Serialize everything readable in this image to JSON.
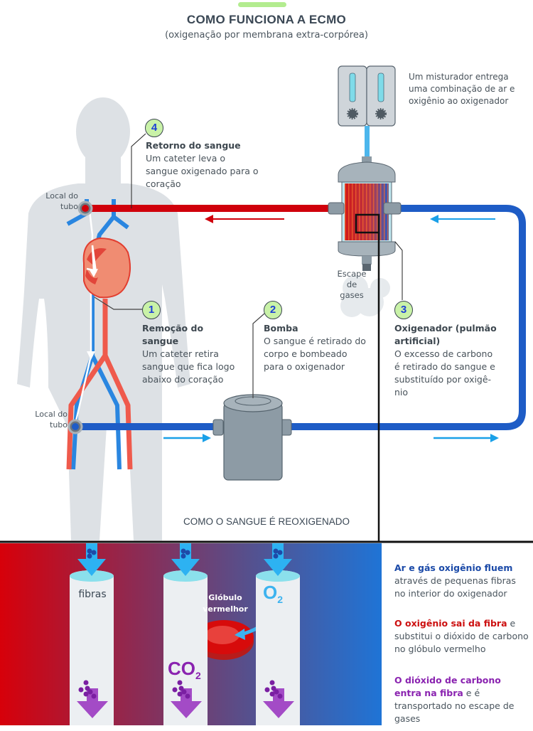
{
  "header": {
    "title": "COMO FUNCIONA A ECMO",
    "subtitle": "(oxigenação por membrana extra-corpórea)"
  },
  "colors": {
    "accent_green": "#b3ec8f",
    "oxygenated_red": "#d0000b",
    "deoxygenated_blue": "#1e5cc6",
    "flow_arrow_blue": "#1aa0e8",
    "number_badge": "#c9f2a8",
    "co2_purple": "#9b3fc0"
  },
  "mixer": {
    "caption": "Um misturador entrega uma combinação de ar e oxigênio ao oxigenador"
  },
  "labels": {
    "tube_site_top": "Local do tubo",
    "tube_site_bottom": "Local do tubo",
    "gas_exhaust": "Escape de gases"
  },
  "steps": [
    {
      "number": "1",
      "title": "Remoção do sangue",
      "body": "Um cateter retira sangue que fica logo abaixo do coração"
    },
    {
      "number": "2",
      "title": "Bomba",
      "body": "O sangue é retirado do corpo e bombeado para o oxigenador"
    },
    {
      "number": "3",
      "title": "Oxigenador (pulmão artificial)",
      "body": "O excesso de carbono é retirado do sangue e substituído por oxigê-nio"
    },
    {
      "number": "4",
      "title": "Retorno do sangue",
      "body": "Um cateter leva o sangue oxigenado para o coração"
    }
  ],
  "reoxygenation": {
    "heading": "COMO O SANGUE É REOXIGENADO",
    "fiber_label": "fibras",
    "rbc_label": "Glóbulo vermelhor",
    "o2_label": "O",
    "o2_sub": "2",
    "co2_label": "CO",
    "co2_sub": "2",
    "legend": [
      {
        "highlight": "Ar e gás oxigênio fluem",
        "rest": " através de pequenas fibras no interior do oxigenador",
        "color": "blue"
      },
      {
        "highlight": "O oxigênio sai da fibra",
        "rest": " e substitui o dióxido de carbono no glóbulo vermelho",
        "color": "red"
      },
      {
        "highlight": "O dióxido de carbono entra na fibra",
        "rest": " e é transportado no escape de gases",
        "color": "purple"
      }
    ]
  }
}
